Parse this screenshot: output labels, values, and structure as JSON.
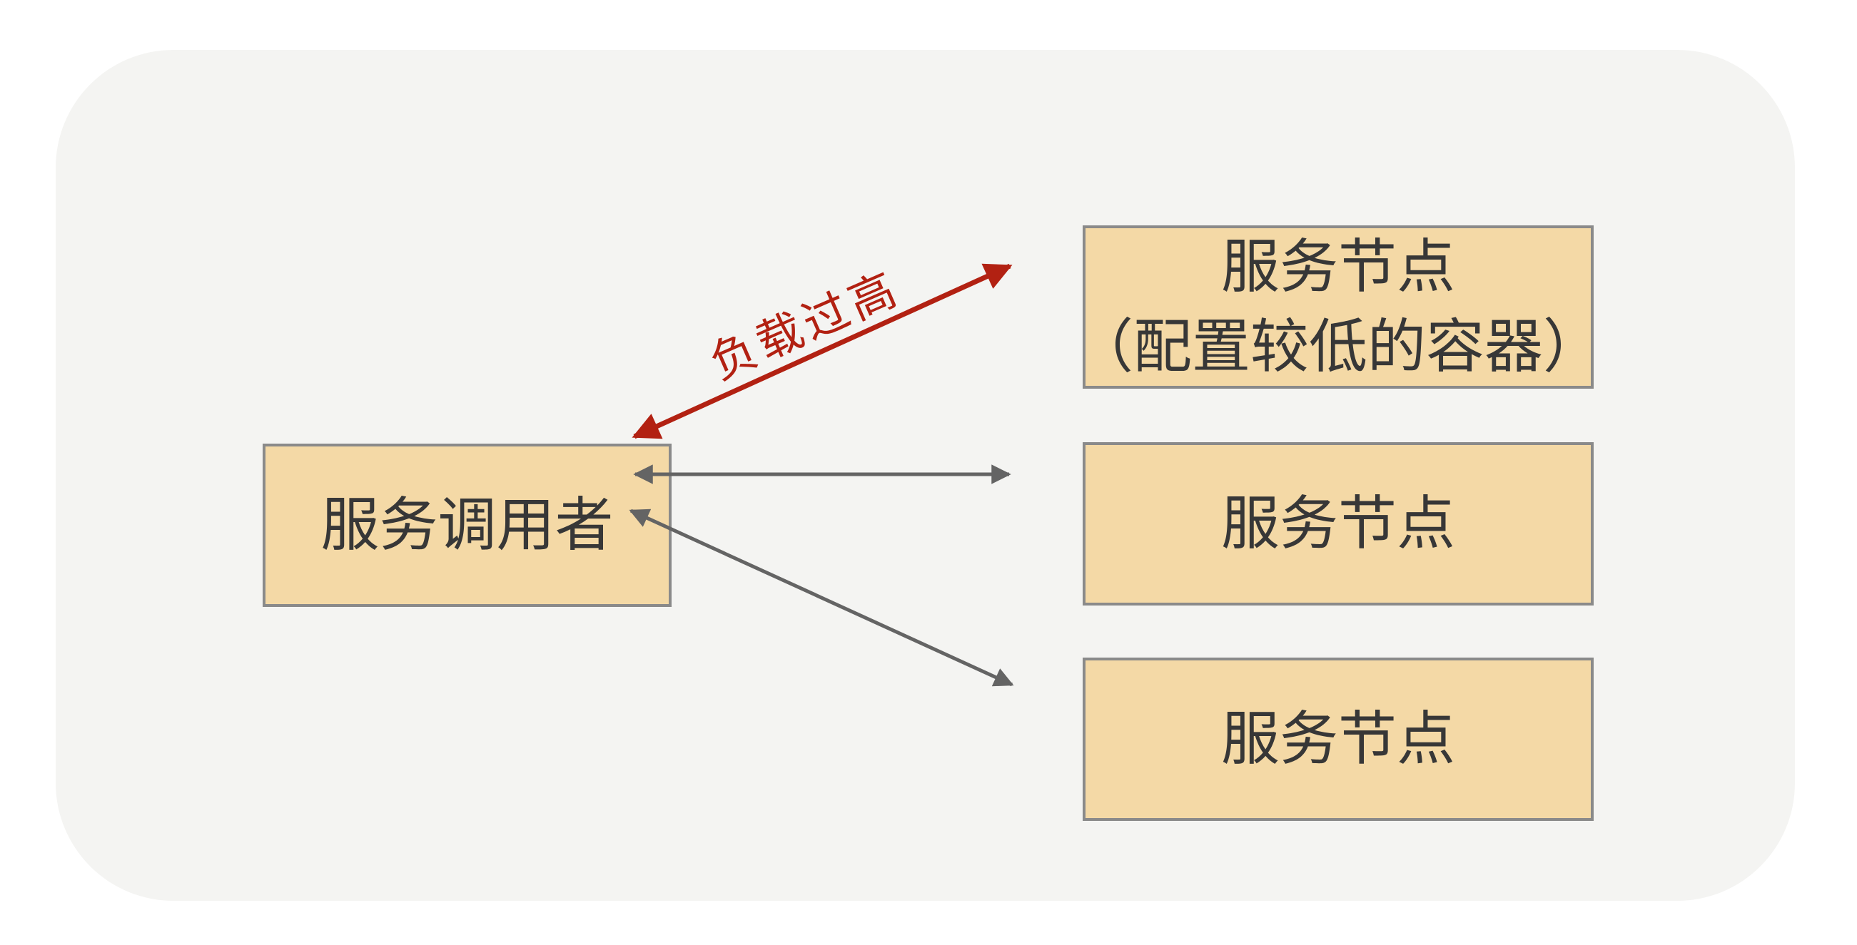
{
  "diagram": {
    "caller": {
      "label": "服务调用者"
    },
    "nodes": [
      {
        "label": "服务节点",
        "sublabel": "（配置较低的容器）"
      },
      {
        "label": "服务节点"
      },
      {
        "label": "服务节点"
      }
    ],
    "edges": {
      "overload": {
        "label": "负载过高",
        "color": "#B22112",
        "style": "double-arrow"
      },
      "normal": {
        "color": "#646464",
        "style": "double-arrow"
      }
    },
    "colors": {
      "page_background": "#FFFFFF",
      "panel_background": "#F4F4F2",
      "box_fill": "#F4D9A6",
      "box_border": "#8A8A8A",
      "box_text": "#373737"
    }
  }
}
